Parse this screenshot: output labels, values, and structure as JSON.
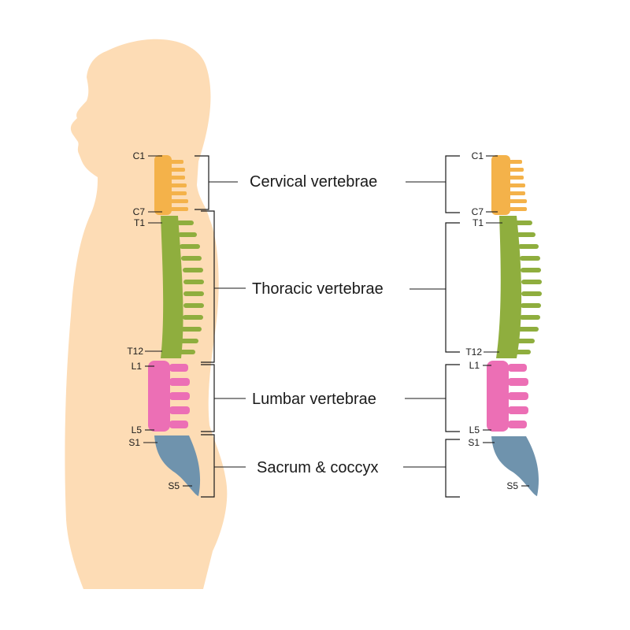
{
  "colors": {
    "body": "#fddcb5",
    "cervical": "#f4b24a",
    "thoracic": "#8fae3e",
    "lumbar": "#ec6fb5",
    "sacrum": "#6f93ad",
    "line": "#1a1a1a"
  },
  "regions": {
    "cervical": "Cervical vertebrae",
    "thoracic": "Thoracic vertebrae",
    "lumbar": "Lumbar vertebrae",
    "sacrum": "Sacrum & coccyx"
  },
  "vertebra_labels": {
    "C1": "C1",
    "C7": "C7",
    "T1": "T1",
    "T12": "T12",
    "L1": "L1",
    "L5": "L5",
    "S1": "S1",
    "S5": "S5"
  }
}
